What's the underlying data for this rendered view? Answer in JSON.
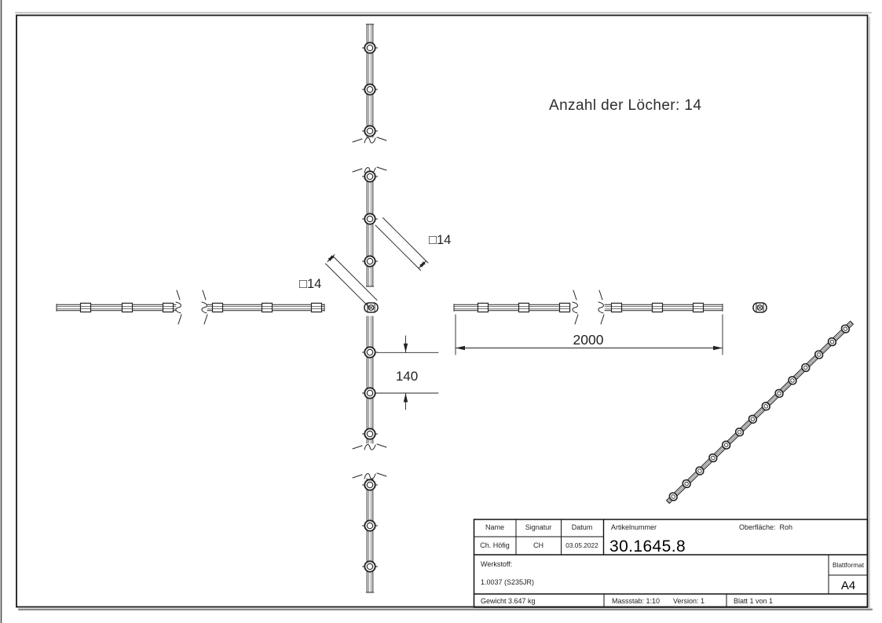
{
  "colors": {
    "line_color": "#242424",
    "background": "#ffffff"
  },
  "annotation": {
    "holes_note": "Anzahl der Löcher: 14"
  },
  "dimensions": {
    "overall_length": "2000",
    "hole_spacing": "140",
    "hole_size_upper": "□14",
    "hole_size_lower": "□14"
  },
  "title_block": {
    "headers": {
      "name": "Name",
      "signatur": "Signatur",
      "datum": "Datum",
      "artikelnummer": "Artikelnummer",
      "oberflaeche_label": "Oberfläche:",
      "oberflaeche_value": "Roh"
    },
    "values": {
      "name": "Ch. Höfig",
      "signatur": "CH",
      "datum": "03.05.2022",
      "artikelnummer": "30.1645.8"
    },
    "werkstoff_label": "Werkstoff:",
    "werkstoff_value": "1.0037 (S235JR)",
    "blattformat_label": "Blattformat",
    "blattformat_value": "A4",
    "gewicht": "Gewicht 3.647 kg",
    "massstab": "Massstab: 1:10",
    "version": "Version: 1",
    "blatt": "Blatt 1 von 1"
  }
}
